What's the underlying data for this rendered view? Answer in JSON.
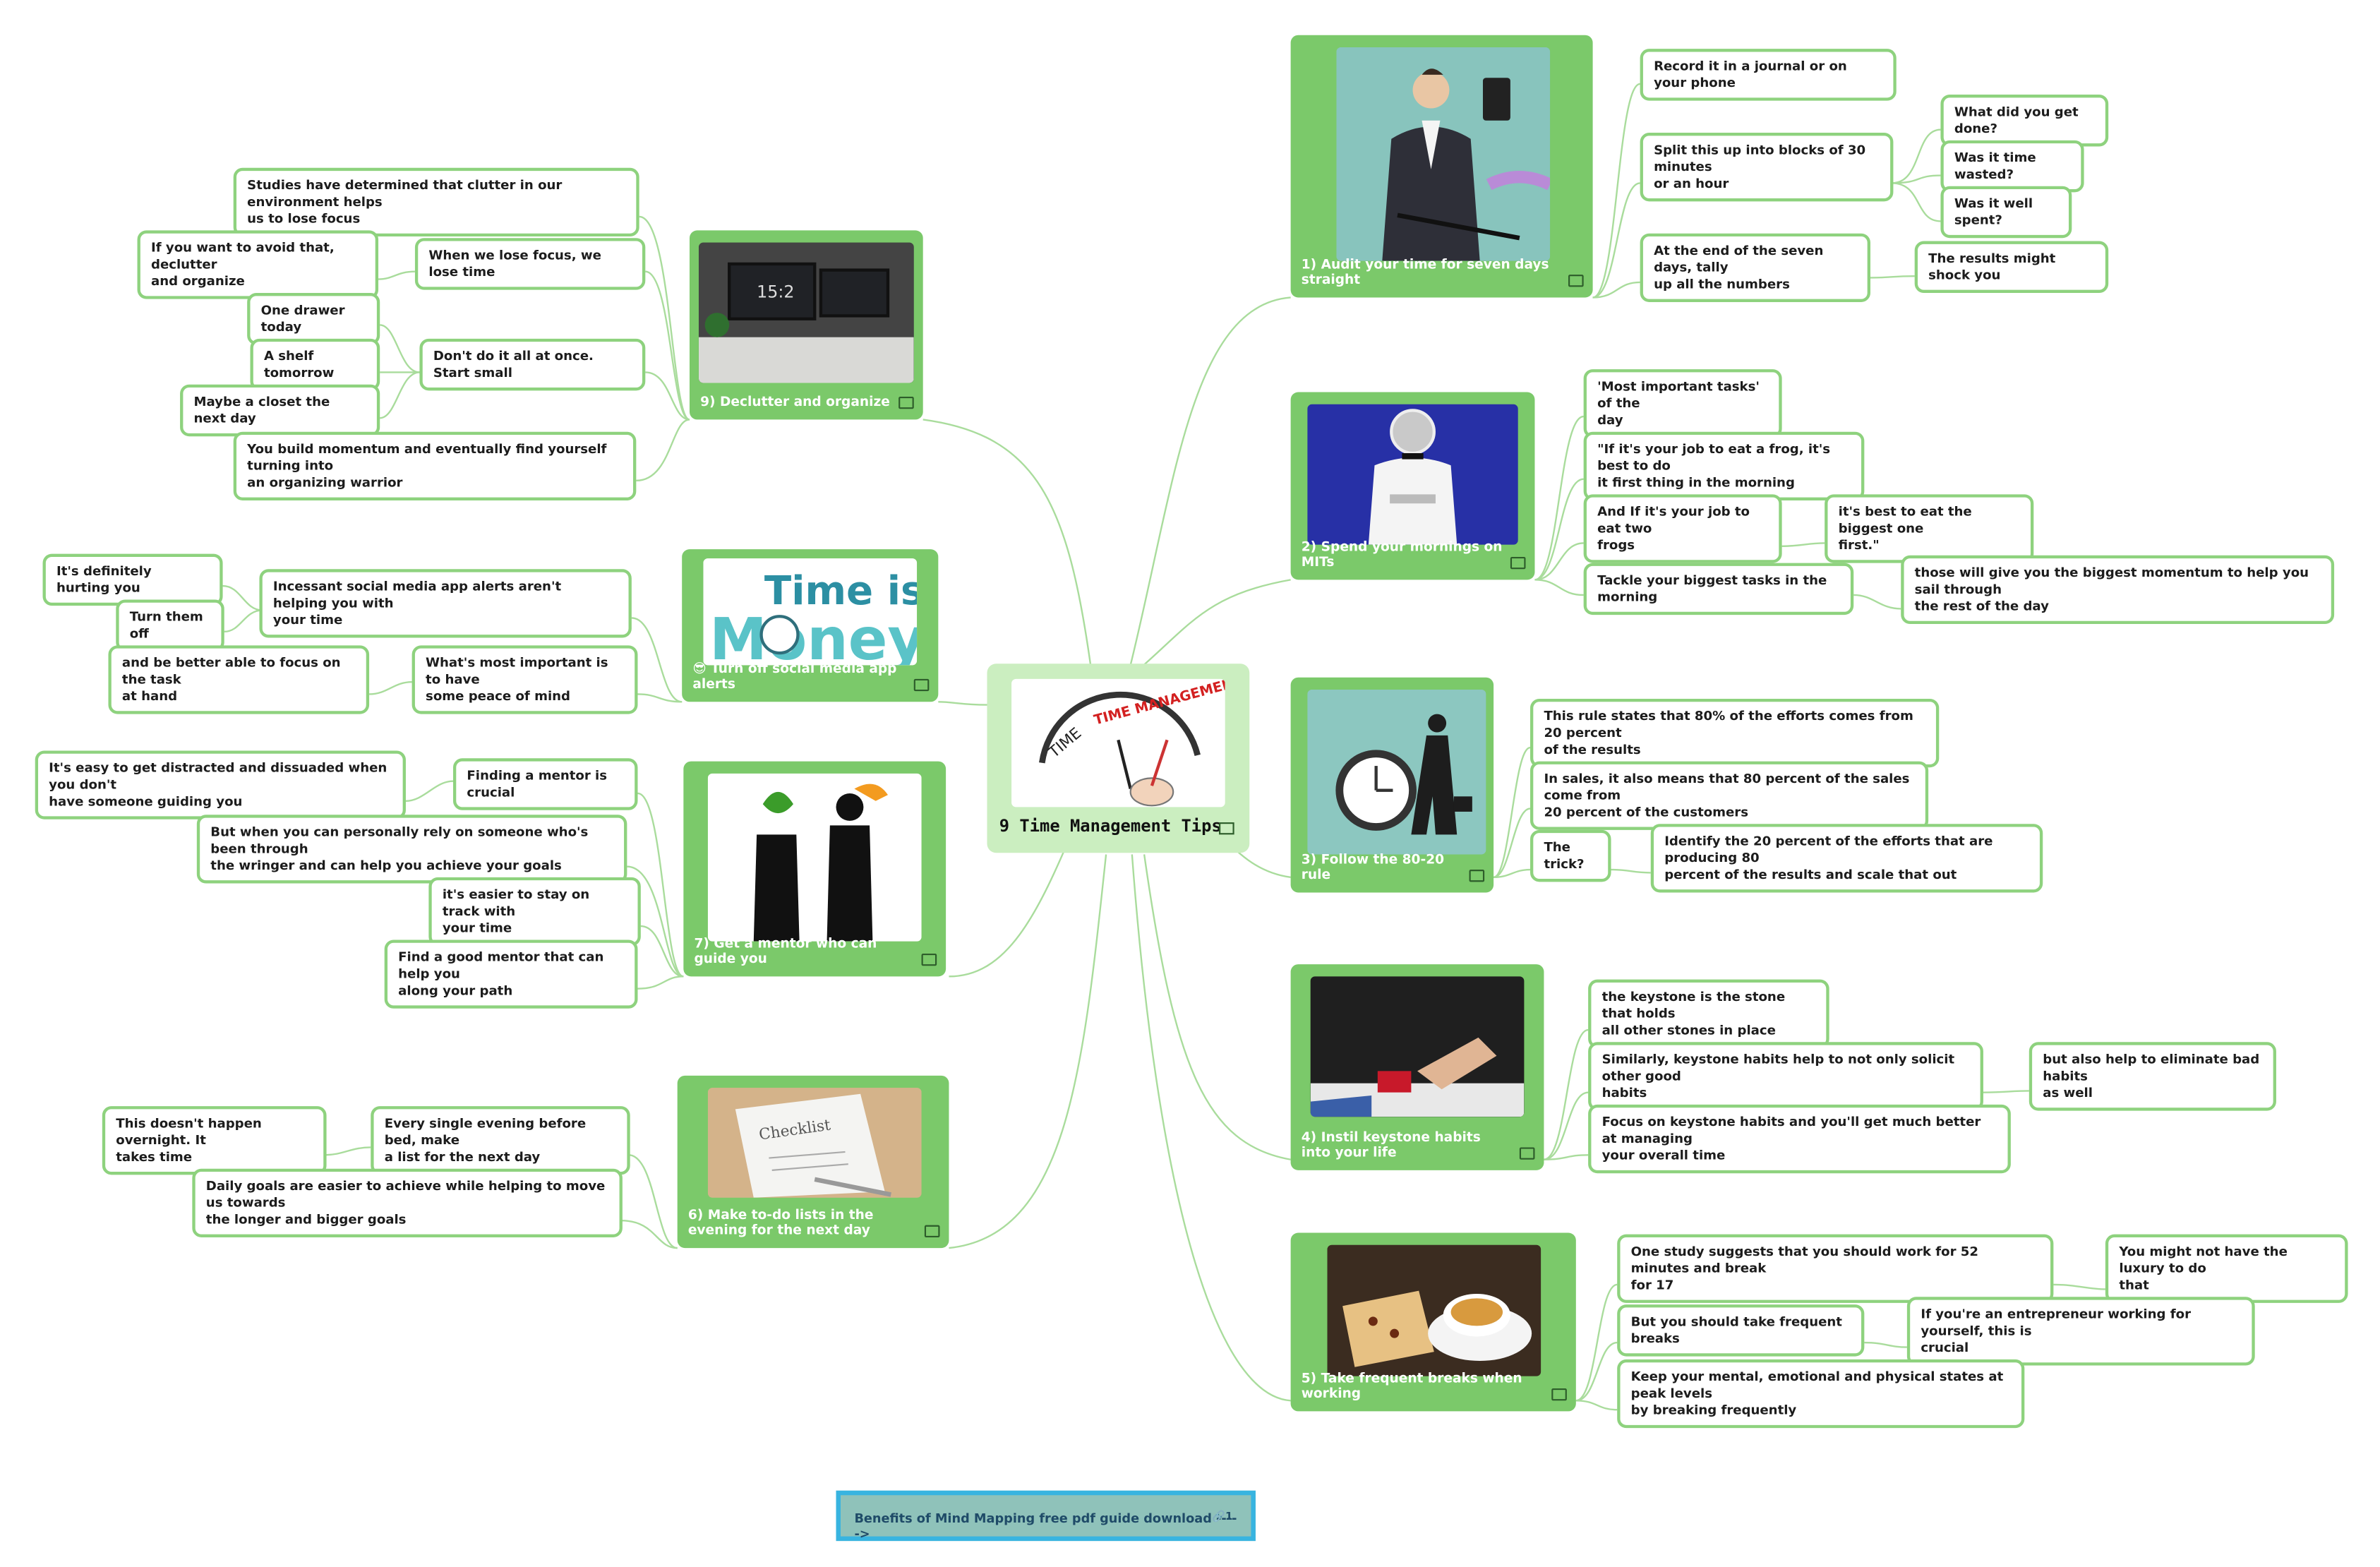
{
  "central": {
    "title": "9 Time Management Tips",
    "image_text": "TIME MANAGEMENT"
  },
  "topics": [
    {
      "id": "t1",
      "label": "1) Audit your time for seven days straight"
    },
    {
      "id": "t2",
      "label": "2) Spend your mornings on MITs"
    },
    {
      "id": "t3",
      "label": "3) Follow the 80-20 rule"
    },
    {
      "id": "t4",
      "label": "4) Instil keystone habits into your life"
    },
    {
      "id": "t5",
      "label": "5) Take frequent breaks when working"
    },
    {
      "id": "t6",
      "label": "6) Make to-do lists in the evening for the next day"
    },
    {
      "id": "t7",
      "label": "7) Get a mentor who can guide you"
    },
    {
      "id": "t8",
      "label": "😎 Turn off social media app alerts",
      "image_text_1": "Time is",
      "image_text_2": "Money"
    },
    {
      "id": "t9",
      "label": "9) Declutter and organize",
      "image_text": "15:2"
    }
  ],
  "leaves": {
    "t1": [
      "Record it in a journal or on your phone",
      "Split this up into blocks of 30 minutes\n or an hour",
      "What did you get done?",
      "Was it time wasted?",
      "Was it well spent?",
      "At the end of the seven days, tally\n up all the numbers",
      "The results might shock you"
    ],
    "t2": [
      "'Most important tasks' of the\n day",
      "\"If it's your job to eat a frog, it's best to do\nit first thing in the morning",
      "And If it's your job to eat two\n frogs",
      "it's best to eat the biggest one\n first.\"",
      "Tackle your biggest tasks in the morning",
      "those will give you the biggest momentum to help you sail through\nthe rest of the day"
    ],
    "t3": [
      "This rule states that 80% of the efforts comes from 20 percent\nof the results",
      "In sales, it also means that 80 percent of the sales come from\n20 percent of the customers",
      "The trick?",
      "Identify the 20 percent of the efforts that are producing 80\npercent of the results and scale that out"
    ],
    "t4": [
      "the keystone is the stone that holds\n all other stones in place",
      "Similarly, keystone habits help to not only solicit other good\nhabits",
      "but also help to eliminate bad habits\n as well",
      "Focus on keystone habits and you'll get much better at managing\nyour overall time"
    ],
    "t5": [
      "One study suggests that you should work for 52 minutes and break\nfor 17",
      "You might not have the luxury to do\n that",
      "But you should take frequent breaks",
      "If you're an entrepreneur working for yourself, this is\ncrucial",
      "Keep your mental, emotional and physical states at peak levels\nby breaking frequently"
    ],
    "t6": [
      "This doesn't happen overnight. It\n takes time",
      "Every single evening before bed, make\n a list for the next day",
      "Daily goals are easier to achieve while helping to move us towards\nthe longer and bigger goals"
    ],
    "t7": [
      "It's easy to get distracted and dissuaded when you don't\nhave someone guiding you",
      "Finding a mentor is crucial",
      "But when you can personally rely on someone who's been through\nthe wringer and can help you achieve your goals",
      "it's easier to stay on track with\n your time",
      "Find a good mentor that can help you\n along your path"
    ],
    "t8": [
      "It's definitely hurting you",
      "Incessant social media app alerts aren't helping you with\nyour time",
      "Turn them off",
      "and be better able to focus on the task\n at hand",
      "What's most important is to have\nsome peace of mind"
    ],
    "t9": [
      "Studies have determined that clutter in our environment helps\nus to lose focus",
      "If you want to avoid that, declutter\n and organize",
      "When we lose focus, we lose time",
      "One drawer today",
      "A shelf tomorrow",
      "Don't do it all at once. Start small",
      "Maybe a closet the next day",
      "You build momentum and eventually find yourself turning into\nan organizing warrior"
    ]
  },
  "footer": {
    "label": "Benefits of Mind Mapping free pdf guide download ----->",
    "count": "1"
  }
}
